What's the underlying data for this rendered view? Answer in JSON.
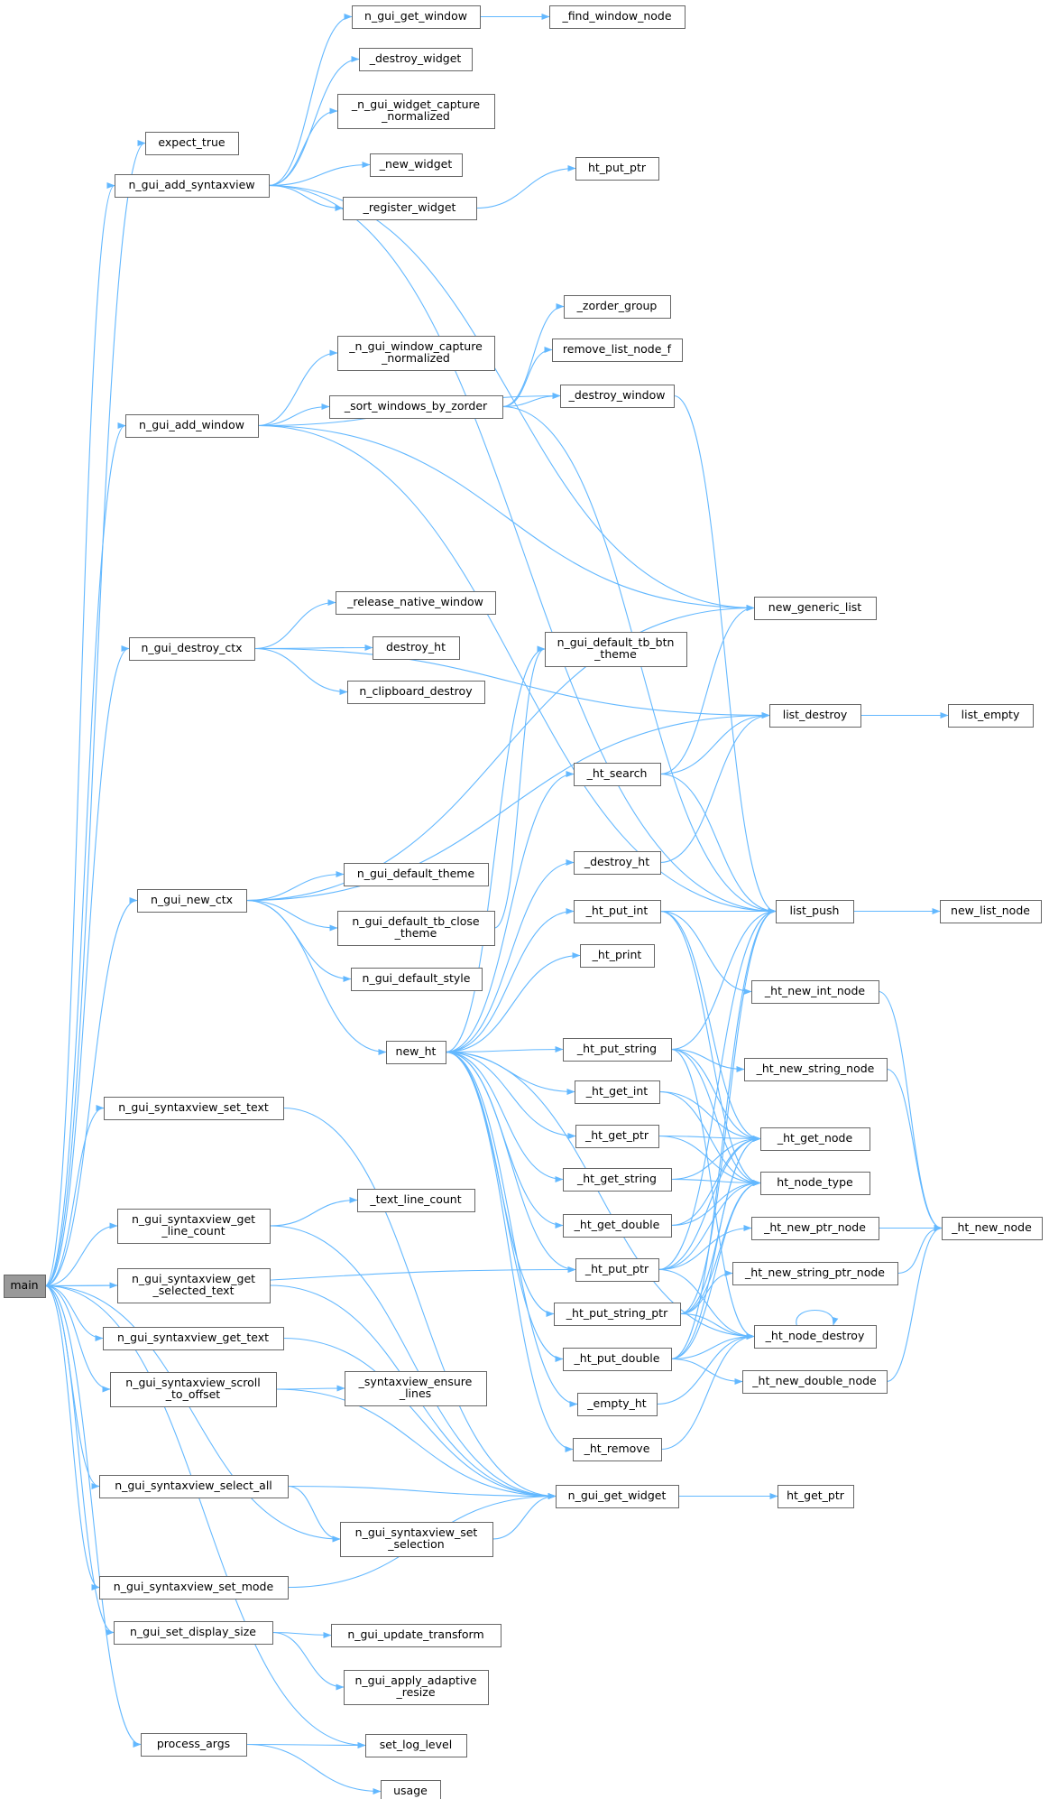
{
  "colors": {
    "edge": "#63b8ff",
    "node_border": "#666666",
    "root_fill": "#999999",
    "background": "#ffffff"
  },
  "nodes": [
    {
      "id": "main",
      "lines": [
        "main"
      ],
      "root": true
    },
    {
      "id": "expect_true",
      "lines": [
        "expect_true"
      ]
    },
    {
      "id": "n_gui_add_syntaxview",
      "lines": [
        "n_gui_add_syntaxview"
      ]
    },
    {
      "id": "n_gui_add_window",
      "lines": [
        "n_gui_add_window"
      ]
    },
    {
      "id": "n_gui_destroy_ctx",
      "lines": [
        "n_gui_destroy_ctx"
      ]
    },
    {
      "id": "n_gui_new_ctx",
      "lines": [
        "n_gui_new_ctx"
      ]
    },
    {
      "id": "n_gui_syntaxview_set_text",
      "lines": [
        "n_gui_syntaxview_set_text"
      ]
    },
    {
      "id": "n_gui_syntaxview_get_line_count",
      "lines": [
        "n_gui_syntaxview_get",
        "_line_count"
      ]
    },
    {
      "id": "n_gui_syntaxview_get_selected_text",
      "lines": [
        "n_gui_syntaxview_get",
        "_selected_text"
      ]
    },
    {
      "id": "n_gui_syntaxview_get_text",
      "lines": [
        "n_gui_syntaxview_get_text"
      ]
    },
    {
      "id": "n_gui_syntaxview_scroll_to_offset",
      "lines": [
        "n_gui_syntaxview_scroll",
        "_to_offset"
      ]
    },
    {
      "id": "n_gui_syntaxview_select_all",
      "lines": [
        "n_gui_syntaxview_select_all"
      ]
    },
    {
      "id": "n_gui_syntaxview_set_mode",
      "lines": [
        "n_gui_syntaxview_set_mode"
      ]
    },
    {
      "id": "n_gui_set_display_size",
      "lines": [
        "n_gui_set_display_size"
      ]
    },
    {
      "id": "process_args",
      "lines": [
        "process_args"
      ]
    },
    {
      "id": "n_gui_get_window",
      "lines": [
        "n_gui_get_window"
      ]
    },
    {
      "id": "_destroy_widget",
      "lines": [
        "_destroy_widget"
      ]
    },
    {
      "id": "_n_gui_widget_capture_normalized",
      "lines": [
        "_n_gui_widget_capture",
        "_normalized"
      ]
    },
    {
      "id": "_new_widget",
      "lines": [
        "_new_widget"
      ]
    },
    {
      "id": "_register_widget",
      "lines": [
        "_register_widget"
      ]
    },
    {
      "id": "_n_gui_window_capture_normalized",
      "lines": [
        "_n_gui_window_capture",
        "_normalized"
      ]
    },
    {
      "id": "_sort_windows_by_zorder",
      "lines": [
        "_sort_windows_by_zorder"
      ]
    },
    {
      "id": "_release_native_window",
      "lines": [
        "_release_native_window"
      ]
    },
    {
      "id": "destroy_ht",
      "lines": [
        "destroy_ht"
      ]
    },
    {
      "id": "n_clipboard_destroy",
      "lines": [
        "n_clipboard_destroy"
      ]
    },
    {
      "id": "n_gui_default_theme",
      "lines": [
        "n_gui_default_theme"
      ]
    },
    {
      "id": "n_gui_default_tb_close_theme",
      "lines": [
        "n_gui_default_tb_close",
        "_theme"
      ]
    },
    {
      "id": "n_gui_default_style",
      "lines": [
        "n_gui_default_style"
      ]
    },
    {
      "id": "new_ht",
      "lines": [
        "new_ht"
      ]
    },
    {
      "id": "_text_line_count",
      "lines": [
        "_text_line_count"
      ]
    },
    {
      "id": "_syntaxview_ensure_lines",
      "lines": [
        "_syntaxview_ensure",
        "_lines"
      ]
    },
    {
      "id": "n_gui_syntaxview_set_selection",
      "lines": [
        "n_gui_syntaxview_set",
        "_selection"
      ]
    },
    {
      "id": "n_gui_update_transform",
      "lines": [
        "n_gui_update_transform"
      ]
    },
    {
      "id": "n_gui_apply_adaptive_resize",
      "lines": [
        "n_gui_apply_adaptive",
        "_resize"
      ]
    },
    {
      "id": "set_log_level",
      "lines": [
        "set_log_level"
      ]
    },
    {
      "id": "usage",
      "lines": [
        "usage"
      ]
    },
    {
      "id": "_find_window_node",
      "lines": [
        "_find_window_node"
      ]
    },
    {
      "id": "ht_put_ptr",
      "lines": [
        "ht_put_ptr"
      ]
    },
    {
      "id": "_zorder_group",
      "lines": [
        "_zorder_group"
      ]
    },
    {
      "id": "remove_list_node_f",
      "lines": [
        "remove_list_node_f"
      ]
    },
    {
      "id": "_destroy_window",
      "lines": [
        "_destroy_window"
      ]
    },
    {
      "id": "n_gui_default_tb_btn_theme",
      "lines": [
        "n_gui_default_tb_btn",
        "_theme"
      ]
    },
    {
      "id": "_ht_search",
      "lines": [
        "_ht_search"
      ]
    },
    {
      "id": "_destroy_ht",
      "lines": [
        "_destroy_ht"
      ]
    },
    {
      "id": "_ht_put_int",
      "lines": [
        "_ht_put_int"
      ]
    },
    {
      "id": "_ht_print",
      "lines": [
        "_ht_print"
      ]
    },
    {
      "id": "_ht_put_string",
      "lines": [
        "_ht_put_string"
      ]
    },
    {
      "id": "_ht_get_int",
      "lines": [
        "_ht_get_int"
      ]
    },
    {
      "id": "_ht_get_ptr",
      "lines": [
        "_ht_get_ptr"
      ]
    },
    {
      "id": "_ht_get_string",
      "lines": [
        "_ht_get_string"
      ]
    },
    {
      "id": "_ht_get_double",
      "lines": [
        "_ht_get_double"
      ]
    },
    {
      "id": "_ht_put_ptr",
      "lines": [
        "_ht_put_ptr"
      ]
    },
    {
      "id": "_ht_put_string_ptr",
      "lines": [
        "_ht_put_string_ptr"
      ]
    },
    {
      "id": "_ht_put_double",
      "lines": [
        "_ht_put_double"
      ]
    },
    {
      "id": "_empty_ht",
      "lines": [
        "_empty_ht"
      ]
    },
    {
      "id": "_ht_remove",
      "lines": [
        "_ht_remove"
      ]
    },
    {
      "id": "n_gui_get_widget",
      "lines": [
        "n_gui_get_widget"
      ]
    },
    {
      "id": "new_generic_list",
      "lines": [
        "new_generic_list"
      ]
    },
    {
      "id": "list_destroy",
      "lines": [
        "list_destroy"
      ]
    },
    {
      "id": "list_push",
      "lines": [
        "list_push"
      ]
    },
    {
      "id": "_ht_new_int_node",
      "lines": [
        "_ht_new_int_node"
      ]
    },
    {
      "id": "_ht_new_string_node",
      "lines": [
        "_ht_new_string_node"
      ]
    },
    {
      "id": "_ht_get_node",
      "lines": [
        "_ht_get_node"
      ]
    },
    {
      "id": "ht_node_type",
      "lines": [
        "ht_node_type"
      ]
    },
    {
      "id": "_ht_new_ptr_node",
      "lines": [
        "_ht_new_ptr_node"
      ]
    },
    {
      "id": "_ht_new_string_ptr_node",
      "lines": [
        "_ht_new_string_ptr_node"
      ]
    },
    {
      "id": "_ht_node_destroy",
      "lines": [
        "_ht_node_destroy"
      ]
    },
    {
      "id": "_ht_new_double_node",
      "lines": [
        "_ht_new_double_node"
      ]
    },
    {
      "id": "ht_get_ptr",
      "lines": [
        "ht_get_ptr"
      ]
    },
    {
      "id": "list_empty",
      "lines": [
        "list_empty"
      ]
    },
    {
      "id": "new_list_node",
      "lines": [
        "new_list_node"
      ]
    },
    {
      "id": "_ht_new_node",
      "lines": [
        "_ht_new_node"
      ]
    }
  ],
  "edges": [
    [
      "main",
      "expect_true"
    ],
    [
      "main",
      "n_gui_add_syntaxview"
    ],
    [
      "main",
      "n_gui_add_window"
    ],
    [
      "main",
      "n_gui_destroy_ctx"
    ],
    [
      "main",
      "n_gui_new_ctx"
    ],
    [
      "main",
      "n_gui_syntaxview_set_text"
    ],
    [
      "main",
      "n_gui_syntaxview_get_line_count"
    ],
    [
      "main",
      "n_gui_syntaxview_get_selected_text"
    ],
    [
      "main",
      "n_gui_syntaxview_get_text"
    ],
    [
      "main",
      "n_gui_syntaxview_scroll_to_offset"
    ],
    [
      "main",
      "n_gui_syntaxview_select_all"
    ],
    [
      "main",
      "n_gui_syntaxview_set_mode"
    ],
    [
      "main",
      "n_gui_set_display_size"
    ],
    [
      "main",
      "process_args"
    ],
    [
      "main",
      "set_log_level"
    ],
    [
      "main",
      "n_gui_syntaxview_set_selection"
    ],
    [
      "main",
      "_ht_put_ptr"
    ],
    [
      "n_gui_add_syntaxview",
      "n_gui_get_window"
    ],
    [
      "n_gui_add_syntaxview",
      "_destroy_widget"
    ],
    [
      "n_gui_add_syntaxview",
      "_n_gui_widget_capture_normalized"
    ],
    [
      "n_gui_add_syntaxview",
      "_new_widget"
    ],
    [
      "n_gui_add_syntaxview",
      "_register_widget"
    ],
    [
      "n_gui_add_syntaxview",
      "new_generic_list"
    ],
    [
      "n_gui_add_syntaxview",
      "list_push"
    ],
    [
      "n_gui_get_window",
      "_find_window_node"
    ],
    [
      "_register_widget",
      "ht_put_ptr"
    ],
    [
      "n_gui_add_window",
      "_n_gui_window_capture_normalized"
    ],
    [
      "n_gui_add_window",
      "_sort_windows_by_zorder"
    ],
    [
      "n_gui_add_window",
      "_destroy_window"
    ],
    [
      "n_gui_add_window",
      "new_generic_list"
    ],
    [
      "n_gui_add_window",
      "list_push"
    ],
    [
      "_sort_windows_by_zorder",
      "_zorder_group"
    ],
    [
      "_sort_windows_by_zorder",
      "remove_list_node_f"
    ],
    [
      "_sort_windows_by_zorder",
      "_destroy_window"
    ],
    [
      "_sort_windows_by_zorder",
      "list_push"
    ],
    [
      "_destroy_window",
      "list_push"
    ],
    [
      "n_gui_destroy_ctx",
      "_release_native_window"
    ],
    [
      "n_gui_destroy_ctx",
      "destroy_ht"
    ],
    [
      "n_gui_destroy_ctx",
      "n_clipboard_destroy"
    ],
    [
      "n_gui_destroy_ctx",
      "list_destroy"
    ],
    [
      "n_gui_new_ctx",
      "n_gui_default_theme"
    ],
    [
      "n_gui_new_ctx",
      "n_gui_default_tb_close_theme"
    ],
    [
      "n_gui_new_ctx",
      "n_gui_default_style"
    ],
    [
      "n_gui_new_ctx",
      "new_ht"
    ],
    [
      "n_gui_new_ctx",
      "new_generic_list"
    ],
    [
      "n_gui_new_ctx",
      "list_destroy"
    ],
    [
      "n_gui_default_tb_close_theme",
      "n_gui_default_tb_btn_theme"
    ],
    [
      "new_ht",
      "n_gui_default_tb_btn_theme"
    ],
    [
      "new_ht",
      "_ht_search"
    ],
    [
      "new_ht",
      "_destroy_ht"
    ],
    [
      "new_ht",
      "_ht_put_int"
    ],
    [
      "new_ht",
      "_ht_print"
    ],
    [
      "new_ht",
      "_ht_put_string"
    ],
    [
      "new_ht",
      "_ht_get_int"
    ],
    [
      "new_ht",
      "_ht_get_ptr"
    ],
    [
      "new_ht",
      "_ht_get_string"
    ],
    [
      "new_ht",
      "_ht_get_double"
    ],
    [
      "new_ht",
      "_ht_put_ptr"
    ],
    [
      "new_ht",
      "_ht_put_string_ptr"
    ],
    [
      "new_ht",
      "_ht_put_double"
    ],
    [
      "new_ht",
      "_empty_ht"
    ],
    [
      "new_ht",
      "_ht_remove"
    ],
    [
      "new_ht",
      "_ht_node_destroy"
    ],
    [
      "_ht_search",
      "new_generic_list"
    ],
    [
      "_ht_search",
      "list_destroy"
    ],
    [
      "_ht_search",
      "list_push"
    ],
    [
      "_destroy_ht",
      "list_destroy"
    ],
    [
      "_ht_put_int",
      "list_push"
    ],
    [
      "_ht_put_int",
      "_ht_new_int_node"
    ],
    [
      "_ht_put_int",
      "_ht_get_node"
    ],
    [
      "_ht_put_int",
      "ht_node_type"
    ],
    [
      "_ht_put_string",
      "list_push"
    ],
    [
      "_ht_put_string",
      "_ht_new_string_node"
    ],
    [
      "_ht_put_string",
      "_ht_get_node"
    ],
    [
      "_ht_put_string",
      "ht_node_type"
    ],
    [
      "_ht_put_string",
      "_ht_node_destroy"
    ],
    [
      "_ht_get_int",
      "_ht_get_node"
    ],
    [
      "_ht_get_int",
      "ht_node_type"
    ],
    [
      "_ht_get_ptr",
      "_ht_get_node"
    ],
    [
      "_ht_get_ptr",
      "ht_node_type"
    ],
    [
      "_ht_get_string",
      "_ht_get_node"
    ],
    [
      "_ht_get_string",
      "ht_node_type"
    ],
    [
      "_ht_get_double",
      "_ht_get_node"
    ],
    [
      "_ht_get_double",
      "ht_node_type"
    ],
    [
      "_ht_put_ptr",
      "_ht_new_ptr_node"
    ],
    [
      "_ht_put_ptr",
      "_ht_get_node"
    ],
    [
      "_ht_put_ptr",
      "ht_node_type"
    ],
    [
      "_ht_put_ptr",
      "_ht_node_destroy"
    ],
    [
      "_ht_put_ptr",
      "list_push"
    ],
    [
      "_ht_put_string_ptr",
      "_ht_new_string_ptr_node"
    ],
    [
      "_ht_put_string_ptr",
      "_ht_get_node"
    ],
    [
      "_ht_put_string_ptr",
      "ht_node_type"
    ],
    [
      "_ht_put_string_ptr",
      "_ht_node_destroy"
    ],
    [
      "_ht_put_string_ptr",
      "list_push"
    ],
    [
      "_ht_put_double",
      "_ht_new_double_node"
    ],
    [
      "_ht_put_double",
      "_ht_get_node"
    ],
    [
      "_ht_put_double",
      "ht_node_type"
    ],
    [
      "_ht_put_double",
      "_ht_node_destroy"
    ],
    [
      "_ht_put_double",
      "list_push"
    ],
    [
      "_empty_ht",
      "_ht_node_destroy"
    ],
    [
      "_ht_remove",
      "_ht_node_destroy"
    ],
    [
      "_ht_node_destroy",
      "_ht_node_destroy"
    ],
    [
      "_ht_new_int_node",
      "_ht_new_node"
    ],
    [
      "_ht_new_string_node",
      "_ht_new_node"
    ],
    [
      "_ht_new_ptr_node",
      "_ht_new_node"
    ],
    [
      "_ht_new_string_ptr_node",
      "_ht_new_node"
    ],
    [
      "_ht_new_double_node",
      "_ht_new_node"
    ],
    [
      "list_destroy",
      "list_empty"
    ],
    [
      "list_push",
      "new_list_node"
    ],
    [
      "n_gui_syntaxview_set_text",
      "n_gui_get_widget"
    ],
    [
      "n_gui_syntaxview_get_line_count",
      "_text_line_count"
    ],
    [
      "n_gui_syntaxview_get_line_count",
      "n_gui_get_widget"
    ],
    [
      "n_gui_syntaxview_get_selected_text",
      "n_gui_get_widget"
    ],
    [
      "n_gui_syntaxview_get_text",
      "n_gui_get_widget"
    ],
    [
      "n_gui_syntaxview_scroll_to_offset",
      "_syntaxview_ensure_lines"
    ],
    [
      "n_gui_syntaxview_scroll_to_offset",
      "n_gui_get_widget"
    ],
    [
      "n_gui_syntaxview_select_all",
      "n_gui_get_widget"
    ],
    [
      "n_gui_syntaxview_select_all",
      "n_gui_syntaxview_set_selection"
    ],
    [
      "n_gui_syntaxview_set_selection",
      "n_gui_get_widget"
    ],
    [
      "n_gui_syntaxview_set_mode",
      "n_gui_get_widget"
    ],
    [
      "n_gui_get_widget",
      "ht_get_ptr"
    ],
    [
      "n_gui_set_display_size",
      "n_gui_update_transform"
    ],
    [
      "n_gui_set_display_size",
      "n_gui_apply_adaptive_resize"
    ],
    [
      "process_args",
      "set_log_level"
    ],
    [
      "process_args",
      "usage"
    ]
  ]
}
